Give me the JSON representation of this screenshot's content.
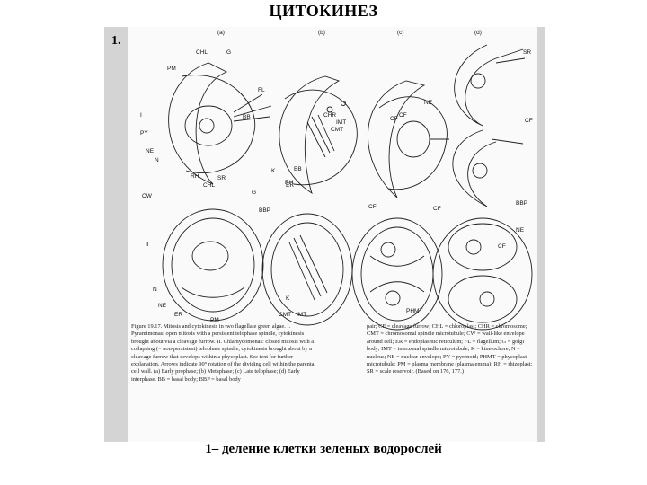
{
  "title": "ЦИТОКИНЕЗ",
  "panel_number": "1.",
  "caption_bottom": "1– деление клетки зеленых водорослей",
  "figure": {
    "col_tags": [
      "(a)",
      "(b)",
      "(c)",
      "(d)"
    ],
    "labels_top": [
      "CHL",
      "G",
      "PM",
      "FL",
      "I",
      "BB",
      "PY",
      "NE",
      "N",
      "RH",
      "SR",
      "CHR",
      "IMT",
      "CMT",
      "K",
      "RH",
      "BB",
      "CF",
      "NE",
      "CF",
      "SR",
      "CF"
    ],
    "labels_bottom": [
      "CW",
      "CHL",
      "G",
      "BBP",
      "II",
      "ER",
      "CF",
      "CF",
      "BBP",
      "NE",
      "N",
      "NE",
      "ER",
      "PM",
      "K",
      "CMT",
      "IMT",
      "PHMT",
      "CF"
    ],
    "caption_left": "Figure 19.17. Mitosis and cytokinesis in two flagellate green algae. I. Pyramimonas: open mitosis with a persistent telophase spindle, cytokinesis brought about via a cleavage furrow. II. Chlamydomonas: closed mitosis with a collapsing (= non-persistent) telophase spindle, cytokinesis brought about by a cleavage furrow that develops within a phycoplast. See text for further explanation. Arrows indicate 90° rotation of the dividing cell within the parental cell wall. (a) Early prophase; (b) Metaphase; (c) Late telophase; (d) Early interphase. BB = basal body; BBP = basal body",
    "caption_right": "pair; CF = cleavage furrow; CHL = chloroplast; CHR = chromosome; CMT = chromosomal spindle microtubule; CW = wall-like envelope around cell; ER = endoplasmic reticulum; FL = flagellum; G = golgi body; IMT = interzonal spindle microtubule; K = kinetochore; N = nucleus; NE = nuclear envelope; PY = pyrenoid; PHMT = phycoplast microtubule; PM = plasma membrane (plasmalemma); RH = rhizoplast; SR = scale reservoir. (Based on 176, 177.)"
  }
}
